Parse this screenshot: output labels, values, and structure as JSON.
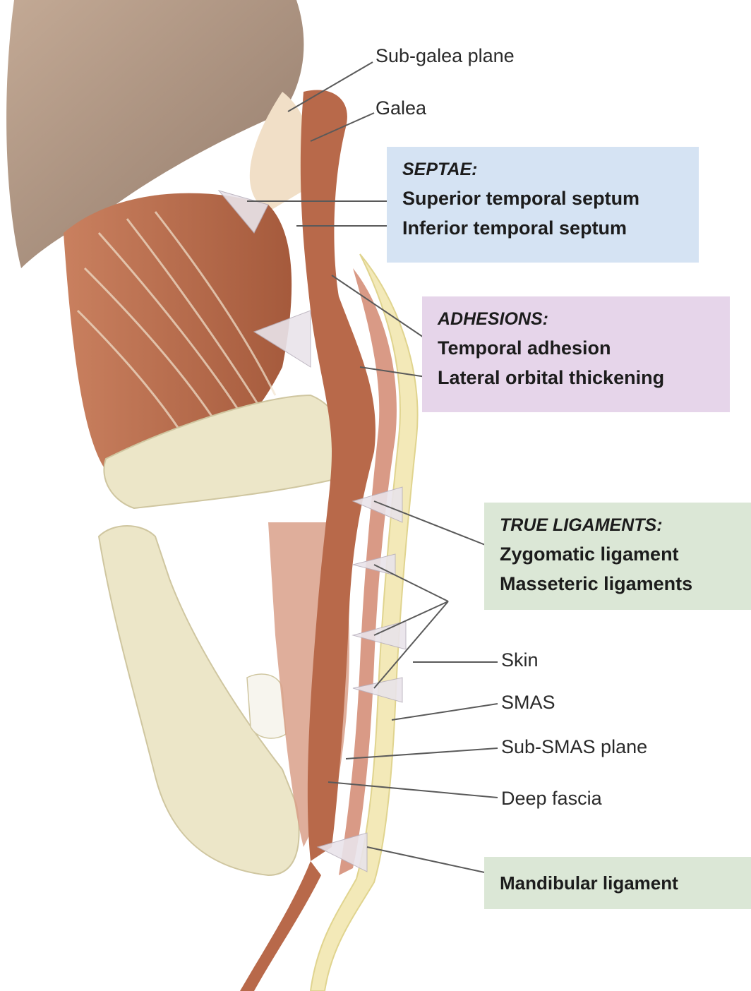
{
  "labels": {
    "sub_galea_plane": "Sub-galea plane",
    "galea": "Galea",
    "skin": "Skin",
    "smas": "SMAS",
    "sub_smas_plane": "Sub-SMAS plane",
    "deep_fascia": "Deep fascia"
  },
  "septae": {
    "title": "SEPTAE:",
    "items": [
      "Superior temporal septum",
      "Inferior temporal septum"
    ]
  },
  "adhesions": {
    "title": "ADHESIONS:",
    "items": [
      "Temporal adhesion",
      "Lateral orbital thickening"
    ]
  },
  "true_ligaments": {
    "title": "TRUE LIGAMENTS:",
    "items": [
      "Zygomatic ligament",
      "Masseteric ligaments"
    ]
  },
  "mandibular": {
    "label": "Mandibular ligament"
  },
  "colors": {
    "septae_box": "#d5e3f3",
    "adhesions_box": "#e6d5ea",
    "ligaments_box": "#dbe7d6",
    "muscle": "#b8694a",
    "bone": "#ece6c8",
    "skin_layer": "#f3e9b8",
    "fascia": "#d99a86",
    "hair": "#9c7e66"
  }
}
